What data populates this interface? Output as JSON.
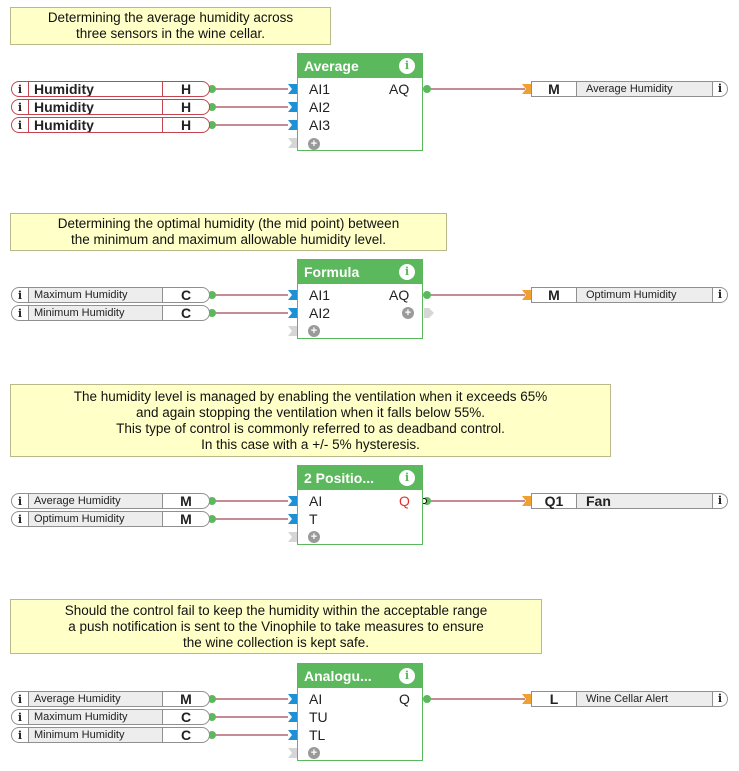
{
  "notes": [
    {
      "lines": [
        "Determining the average humidity across",
        "three sensors in the wine cellar."
      ]
    },
    {
      "lines": [
        "Determining the optimal humidity (the mid point) between",
        "the minimum and maximum allowable humidity level."
      ]
    },
    {
      "lines": [
        "The humidity level is managed by enabling the ventilation when it exceeds 65%",
        "and again stopping the ventilation when it falls below 55%.",
        "This type of control is commonly referred to as deadband control.",
        "In this case with a +/- 5% hysteresis."
      ]
    },
    {
      "lines": [
        "Should the control fail to keep the humidity within the acceptable range",
        "a push notification is sent to the Vinophile to take measures to ensure",
        "the wine collection is kept safe."
      ]
    }
  ],
  "info_glyph": "i",
  "plus_glyph": "+",
  "section1": {
    "inputs": [
      {
        "name": "Humidity",
        "type": "H"
      },
      {
        "name": "Humidity",
        "type": "H"
      },
      {
        "name": "Humidity",
        "type": "H"
      }
    ],
    "block": {
      "title": "Average",
      "inputs": [
        "AI1",
        "AI2",
        "AI3"
      ],
      "output": "AQ"
    },
    "output": {
      "type": "M",
      "name": "Average Humidity"
    }
  },
  "section2": {
    "inputs": [
      {
        "name": "Maximum Humidity",
        "type": "C"
      },
      {
        "name": "Minimum Humidity",
        "type": "C"
      }
    ],
    "block": {
      "title": "Formula",
      "inputs": [
        "AI1",
        "AI2"
      ],
      "output": "AQ"
    },
    "output": {
      "type": "M",
      "name": "Optimum Humidity"
    }
  },
  "section3": {
    "inputs": [
      {
        "name": "Average Humidity",
        "type": "M"
      },
      {
        "name": "Optimum Humidity",
        "type": "M"
      }
    ],
    "block": {
      "title": "2 Positio...",
      "inputs": [
        "AI",
        "T"
      ],
      "output": "Q"
    },
    "output": {
      "type": "Q1",
      "name": "Fan"
    }
  },
  "section4": {
    "inputs": [
      {
        "name": "Average Humidity",
        "type": "M"
      },
      {
        "name": "Maximum Humidity",
        "type": "C"
      },
      {
        "name": "Minimum Humidity",
        "type": "C"
      }
    ],
    "block": {
      "title": "Analogu...",
      "inputs": [
        "AI",
        "TU",
        "TL"
      ],
      "output": "Q"
    },
    "output": {
      "type": "L",
      "name": "Wine Cellar Alert"
    }
  },
  "colors": {
    "wire": "#8b1a2a",
    "block_green": "#5cb85c",
    "pin_green": "#5cb85c",
    "pin_blue": "#1e90d6",
    "pin_orange": "#f0a030",
    "note_bg": "#ffffc8"
  }
}
